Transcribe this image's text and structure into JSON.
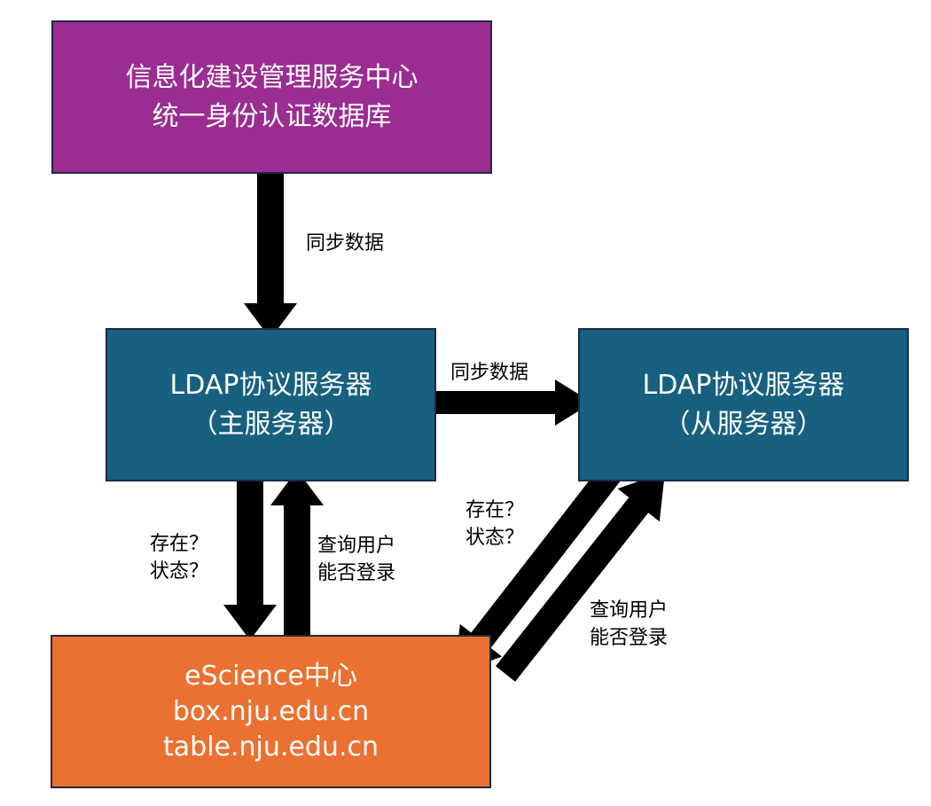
{
  "colors": {
    "database_box": "#9b2c92",
    "server_box": "#17607f",
    "escience_box": "#ea7131",
    "arrow": "#000000",
    "box_border": "#1f2a44"
  },
  "boxes": {
    "database": {
      "lines": [
        "信息化建设管理服务中心",
        "统一身份认证数据库"
      ]
    },
    "master": {
      "lines": [
        "LDAP协议服务器",
        "（主服务器）"
      ]
    },
    "slave": {
      "lines": [
        "LDAP协议服务器",
        "（从服务器）"
      ]
    },
    "escience": {
      "lines": [
        "eScience中心",
        "box.nju.edu.cn",
        "table.nju.edu.cn"
      ]
    }
  },
  "labels": {
    "sync_vertical": "同步数据",
    "sync_horizontal": "同步数据",
    "left_exists": [
      "存在？",
      "状态？"
    ],
    "left_query": [
      "查询用户",
      "能否登录"
    ],
    "right_exists": [
      "存在？",
      "状态？"
    ],
    "right_query": [
      "查询用户",
      "能否登录"
    ]
  }
}
